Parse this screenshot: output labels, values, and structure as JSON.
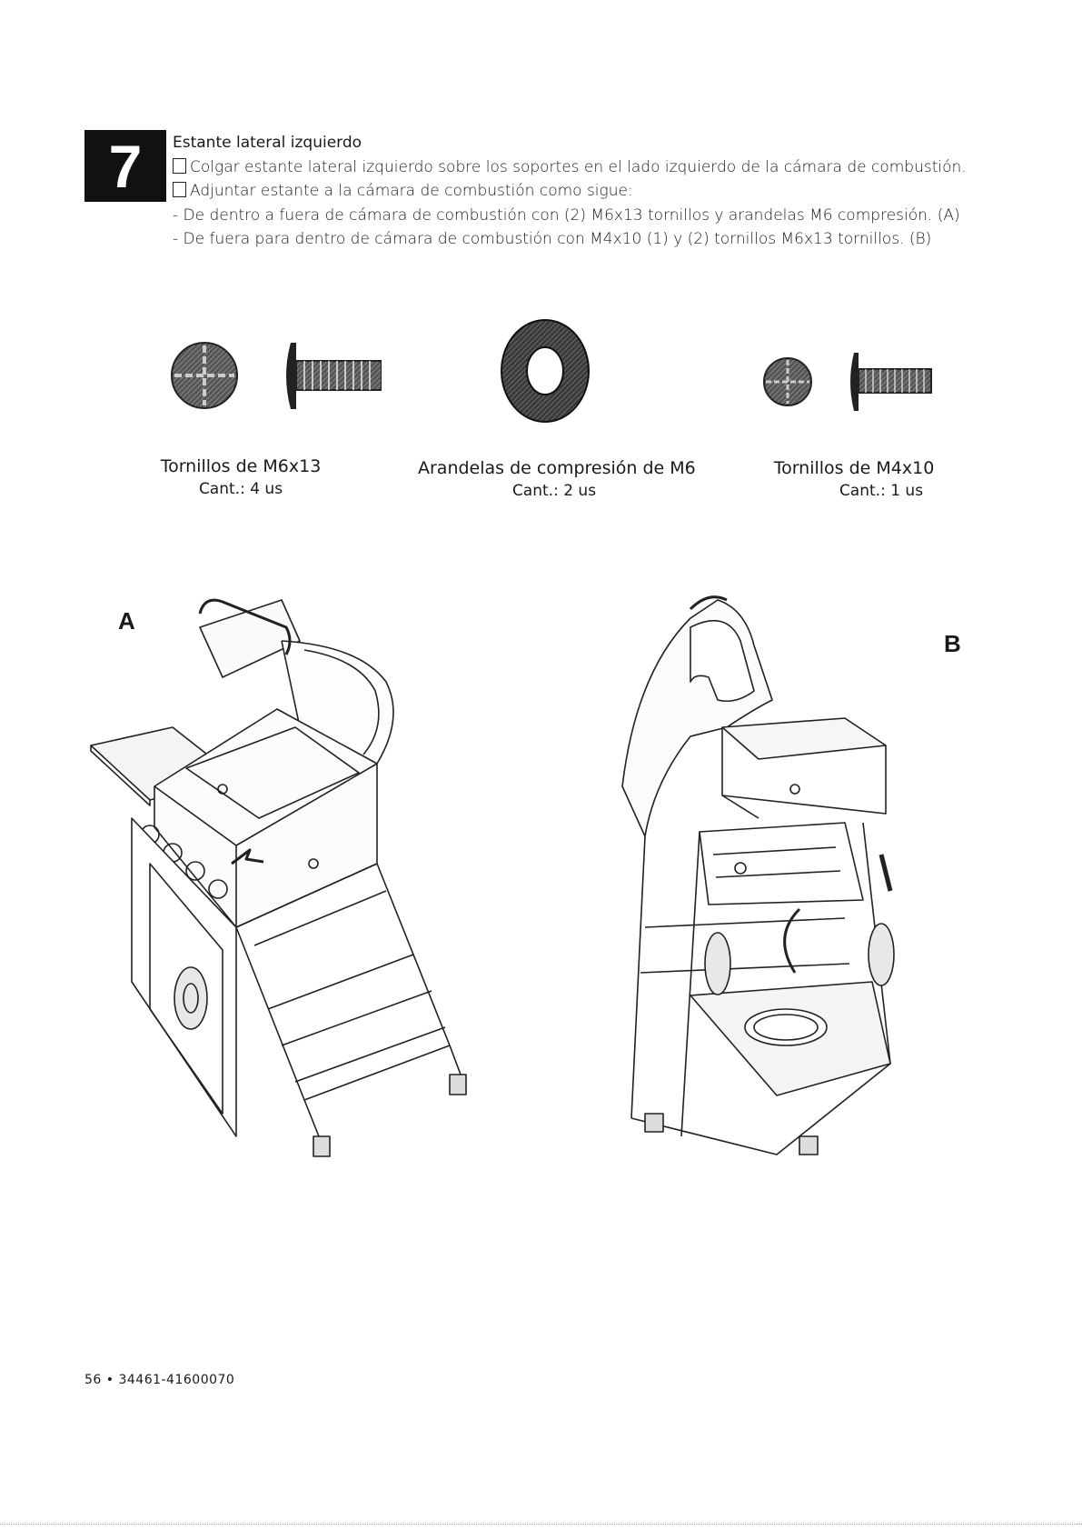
{
  "step": {
    "number": "7",
    "title": "Estante lateral izquierdo",
    "checkbox_lines": [
      "Colgar estante lateral izquierdo sobre los soportes en el lado izquierdo de la cámara de combustión.",
      "Adjuntar estante a la cámara de combustión como sigue:"
    ],
    "dash_lines": [
      "- De dentro a fuera de cámara de combustión con (2) M6x13 tornillos y arandelas M6 compresión. (A)",
      "- De fuera para dentro de cámara de combustión con M4x10 (1) y (2) tornillos M6x13 tornillos. (B)"
    ]
  },
  "parts": [
    {
      "label": "Tornillos  de  M6x13",
      "qty": "Cant.: 4 us",
      "icon": "screw-m6x13-icon"
    },
    {
      "label": "Arandelas de compresión de M6",
      "qty": "Cant.: 2 us",
      "icon": "washer-icon"
    },
    {
      "label": "Tornillos de M4x10",
      "qty": "Cant.: 1 us",
      "icon": "screw-m4x10-icon"
    }
  ],
  "figures": {
    "a_label": "A",
    "b_label": "B"
  },
  "footer": {
    "page_ref": "56 • 34461-41600070"
  }
}
